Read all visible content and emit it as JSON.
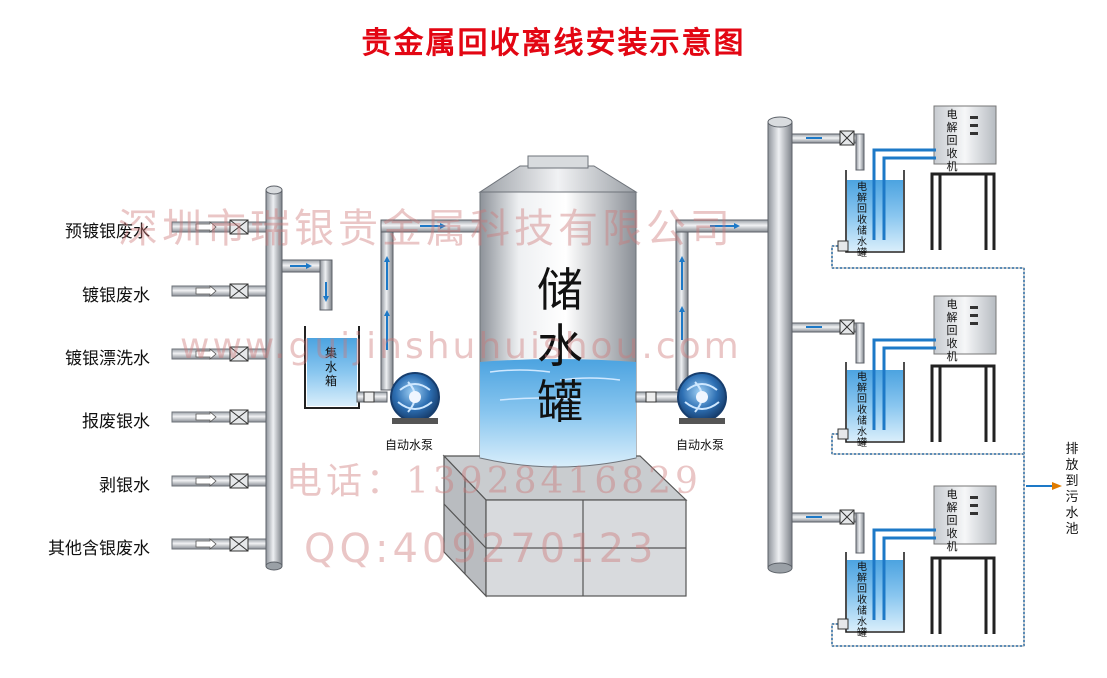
{
  "title": "贵金属回收离线安装示意图",
  "sources": [
    "预镀银废水",
    "镀银废水",
    "镀银漂洗水",
    "报废银水",
    "剥银水",
    "其他含银废水"
  ],
  "collection_box": "集水箱",
  "storage_tank": "储水罐",
  "pumps": {
    "left": "自动水泵",
    "right": "自动水泵"
  },
  "electrolysis_unit": "电解回收机",
  "recovery_tank": "电解回收储水罐",
  "outlet": "排放到污水池",
  "watermarks": {
    "company": "深圳市瑞银贵金属科技有限公司",
    "website": "www.guijinshuhuishou.com",
    "phone": "电话：13928416829",
    "qq": "QQ:409270123"
  },
  "colors": {
    "title": "#e30613",
    "water": "#2a8fd6",
    "pipe": "#c8ccd2",
    "watermark": "#cd7878"
  }
}
